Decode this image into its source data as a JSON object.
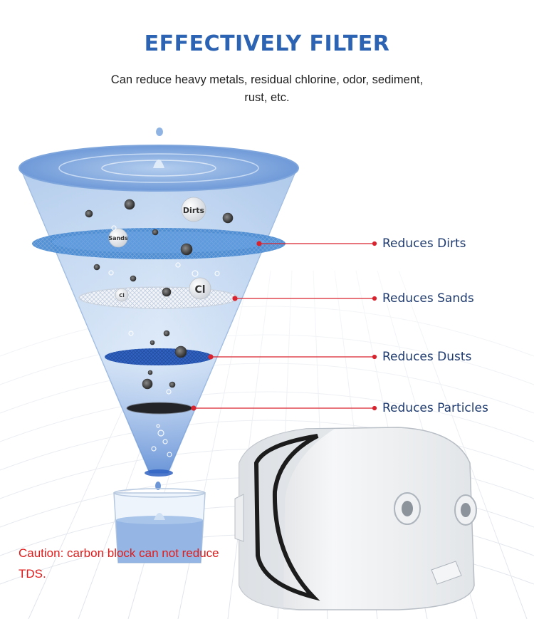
{
  "header": {
    "title": "EFFECTIVELY FILTER",
    "subtitle": "Can reduce heavy metals, residual chlorine, odor, sediment, rust, etc."
  },
  "particles": {
    "dirts": "Dirts",
    "sands": "Sands",
    "cl_large": "Cl",
    "cl_small": "Cl"
  },
  "layers": [
    {
      "label": "Reduces Dirts"
    },
    {
      "label": "Reduces Sands"
    },
    {
      "label": "Reduces Dusts"
    },
    {
      "label": "Reduces Particles"
    }
  ],
  "caution": "Caution: carbon block can not reduce TDS.",
  "colors": {
    "title": "#2c63b3",
    "label": "#1e3a6e",
    "leader": "#d9232e",
    "caution": "#e01b1b"
  }
}
